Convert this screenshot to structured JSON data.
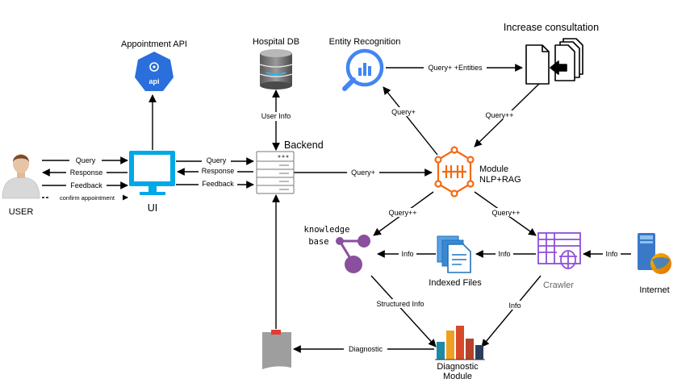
{
  "nodes": {
    "user": "USER",
    "ui": "UI",
    "appointment_api": "Appointment API",
    "api_badge": "api",
    "hospital_db": "Hospital DB",
    "backend": "Backend",
    "entity_recognition": "Entity Recognition",
    "increase_consultation": "Increase consultation",
    "module_line1": "Module",
    "module_line2": "NLP+RAG",
    "kb_line1": "knowledge",
    "kb_line2": "base",
    "indexed_files": "Indexed Files",
    "crawler": "Crawler",
    "internet": "Internet",
    "diag_line1": "Diagnostic",
    "diag_line2": "Module"
  },
  "edges": {
    "user_query": "Query",
    "user_response": "Response",
    "user_feedback": "Feedback",
    "confirm": "confirm appointment",
    "ui_query": "Query",
    "ui_response": "Response",
    "ui_feedback": "Feedback",
    "user_info": "User Info",
    "backend_query": "Query+",
    "module_entity": "Query+",
    "entity_consult": "Query+ +Entities",
    "consult_module": "Query++",
    "module_kb": "Query++",
    "module_crawler": "Query++",
    "files_kb": "Info",
    "crawler_files": "Info",
    "internet_crawler": "Info",
    "kb_diag": "Structured Info",
    "crawler_diag": "Info",
    "diag_doc": "Diagnostic"
  },
  "colors": {
    "api_blue": "#2a6fdb",
    "entity_blue": "#4285f4",
    "module_orange": "#f26a12",
    "kb_purple": "#8a4f9e",
    "crawler_purple": "#8c4fd8",
    "files_blue": "#1e73be",
    "doc_gray": "#9e9e9e",
    "doc_red": "#e53935"
  }
}
